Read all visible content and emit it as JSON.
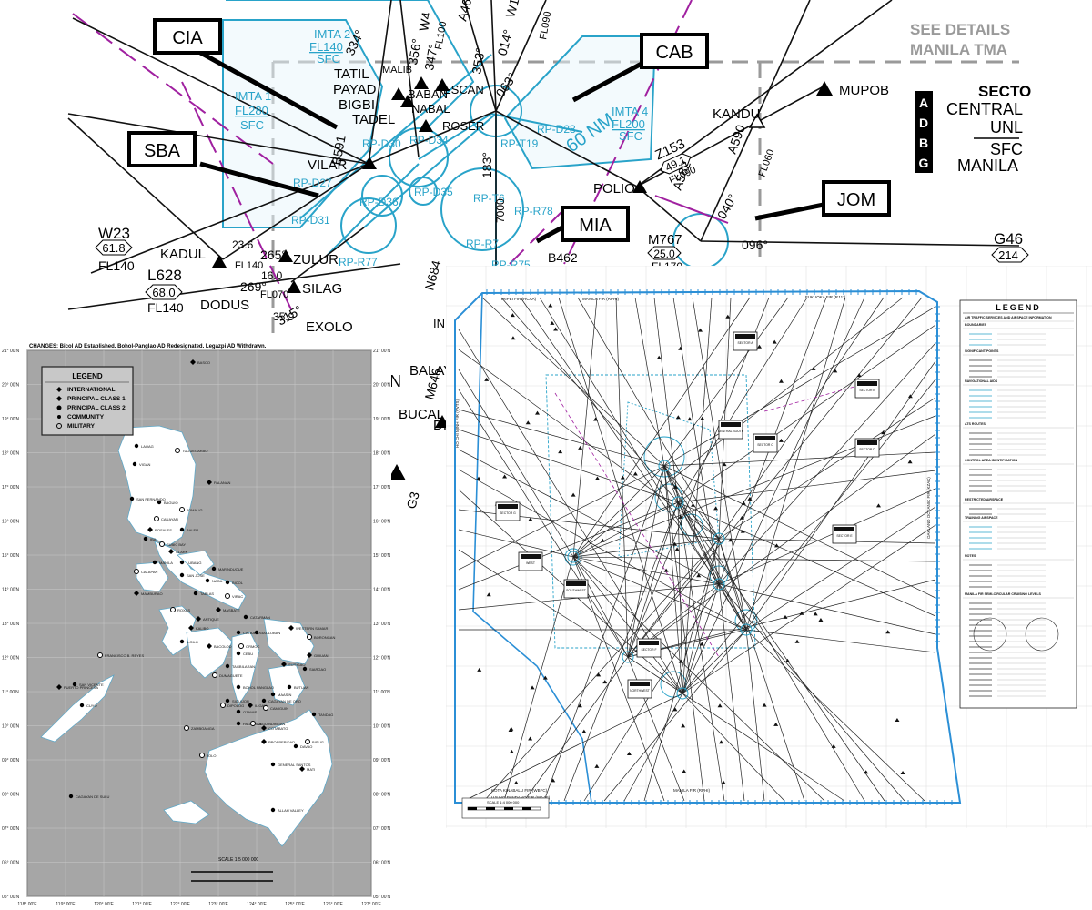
{
  "top_chart": {
    "sectors": [
      "CIA",
      "CAB",
      "SBA",
      "MIA",
      "JOM"
    ],
    "see_details": [
      "SEE DETAILS",
      "MANILA TMA"
    ],
    "sector_legend": {
      "letters": [
        "A",
        "D",
        "B",
        "G"
      ],
      "lines": [
        "SECTO",
        "CENTRAL",
        "UNL",
        "SFC",
        "MANILA"
      ]
    },
    "waypoints": [
      "TATIL",
      "MALIB",
      "PAYAD",
      "BIGBI",
      "TADEL",
      "BABAN",
      "NABAL",
      "ESCAN",
      "ROSER",
      "VILAR",
      "KANDU",
      "MUPOB",
      "POLIO",
      "KADUL",
      "ZULUR",
      "SILAG",
      "DODUS",
      "EXOLO",
      "BALAY",
      "BUCAL",
      "DIN",
      "INI"
    ],
    "routes": [
      {
        "id": "W23",
        "value": "61.8",
        "fl": "FL140"
      },
      {
        "id": "L628",
        "value": "68.0",
        "fl": "FL140"
      },
      {
        "id": "M767",
        "value": "25.0",
        "fl": "FL170"
      },
      {
        "id": "Z153",
        "value": "49.1",
        "fl": "FL090"
      },
      {
        "id": "G46",
        "value": "214",
        "fl": ""
      }
    ],
    "airspaces": [
      {
        "name": "IMTA 1",
        "upper": "FL280",
        "lower": "SFC"
      },
      {
        "name": "IMTA 2",
        "upper": "FL140",
        "lower": "SFC"
      },
      {
        "name": "IMTA 4",
        "upper": "FL200",
        "lower": "SFC"
      }
    ],
    "restricted": [
      "RP-D30",
      "RP-D34",
      "RP-D28",
      "RP-T19",
      "RP-D27",
      "RP-D36",
      "RP-D35",
      "RP-T6",
      "RP-R78",
      "RP-D31",
      "RP-R77",
      "RP-R75",
      "RP-R7"
    ],
    "misc_labels": [
      "60 NM",
      "096°",
      "265°",
      "269°",
      "315°",
      "040°",
      "334°",
      "014°",
      "063°",
      "353°",
      "347°",
      "356°",
      "183°",
      "A461",
      "A582",
      "A590",
      "B591",
      "B462",
      "W4",
      "W12",
      "M646",
      "N684",
      "7000",
      "23.6",
      "16.0",
      "FL070",
      "FL100",
      "FL090",
      "FL060",
      "FL140",
      "G3",
      "35.9",
      "N"
    ]
  },
  "airports_map": {
    "changes_note": "CHANGES: Bicol AD Established. Bohol-Panglao AD Redesignated. Legazpi AD Withdrawn.",
    "legend_title": "LEGEND",
    "legend_items": [
      "INTERNATIONAL",
      "PRINCIPAL CLASS 1",
      "PRINCIPAL CLASS 2",
      "COMMUNITY",
      "MILITARY"
    ],
    "longitudes": [
      "118° 00'E",
      "119° 00'E",
      "120° 00'E",
      "121° 00'E",
      "122° 00'E",
      "123° 00'E",
      "124° 00'E",
      "125° 00'E",
      "126° 00'E",
      "127° 00'E"
    ],
    "latitudes": [
      "21° 00'N",
      "20° 00'N",
      "19° 00'N",
      "18° 00'N",
      "17° 00'N",
      "16° 00'N",
      "15° 00'N",
      "14° 00'N",
      "13° 00'N",
      "12° 00'N",
      "11° 00'N",
      "10° 00'N",
      "09° 00'N",
      "08° 00'N",
      "07° 00'N",
      "06° 00'N",
      "05° 00'N"
    ],
    "scale": "SCALE 1:5 000 000",
    "places": [
      "BASCO",
      "LAOAG",
      "VIGAN",
      "TUGUEGARAO",
      "PALANAN",
      "SAN FERNANDO",
      "BAGUIO",
      "CAUAYAN",
      "ROSALES",
      "BALER",
      "IBA",
      "SUBIC BAY",
      "CLARK",
      "MANILA",
      "LUBANG",
      "CALAPAN",
      "MAMBURAO",
      "SAN JOSE",
      "NAGA",
      "VIRAC",
      "MASBATE",
      "CATARMAN",
      "CALBAYOG",
      "ROXAS",
      "KALIBO",
      "ILOILO",
      "TACLOBAN",
      "ORMOC",
      "BACOLOD",
      "CEBU",
      "TAGBILARAN",
      "DUMAGUETE",
      "SURIGAO",
      "BUTUAN",
      "CAGAYAN DE ORO",
      "DIPOLOG",
      "ILIGAN",
      "OZAMIS",
      "PAGADIAN",
      "ZAMBOANGA",
      "COTABATO",
      "DAVAO",
      "GENERAL SANTOS",
      "JOLO",
      "PUERTO PRINCESA",
      "SAN VICENTE",
      "CUYO",
      "FRANCISCO B. REYES",
      "ANTIQUE",
      "CAGAYAN DE SULU",
      "TANDAG",
      "BISLIG",
      "MATI",
      "ALLAH VALLEY",
      "TABLAS",
      "BORONGAN",
      "GUIUAN",
      "MARINDUQUE",
      "BICOL",
      "JOMALIG",
      "WESTERN SAMAR",
      "MAASIN",
      "SIARGAO",
      "LAGUINDINGAN",
      "PROSPERIDAD",
      "BOHOL PANGLAO",
      "SIQUIJOR",
      "CAMIGUIN"
    ]
  },
  "enroute_chart": {
    "legend_title": "LEGEND",
    "legend_sections": [
      "AIR TRAFFIC SERVICES AND AIRSPACE INFORMATION",
      "BOUNDARIES",
      "SIGNIFICANT POINTS",
      "NAVIGATIONAL AIDS",
      "ATS ROUTES",
      "CONTROL AREA IDENTIFICATION",
      "RESTRICTED AIRSPACE",
      "TRAINING AIRSPACE",
      "NOTES",
      "MANILA FIR SEMI-CIRCULAR CRUISING LEVELS"
    ],
    "boundary_labels": [
      "MANILA FIR (RPHI)",
      "FUKUOKA FIR (RJJJ)",
      "TAIPEI FIR (RCAA)",
      "HO CHI MINH FIR (VVTS)",
      "KOTA KINABALU FIR (WBFC)",
      "UJUNG PANDANG FIR (WAAF)",
      "OAKLAND OCEANIC FIR (KZAK)",
      "MANILA FIR (RPHI)"
    ],
    "acc_boxes": [
      "SECTOR A",
      "SECTOR B",
      "SECTOR C",
      "SECTOR D",
      "SECTOR E",
      "SECTOR F",
      "SECTOR G",
      "CENTRAL SOUTH",
      "WEST",
      "NORTHWEST",
      "SOUTHWEST"
    ],
    "scale_label": "SCALE 1:4 000 000"
  },
  "colors": {
    "route_black": "#111111",
    "airspace_cyan": "#29a3c9",
    "military_purple": "#a020a0",
    "land_gray": "#a6a6a6",
    "sea_white": "#ffffff"
  }
}
